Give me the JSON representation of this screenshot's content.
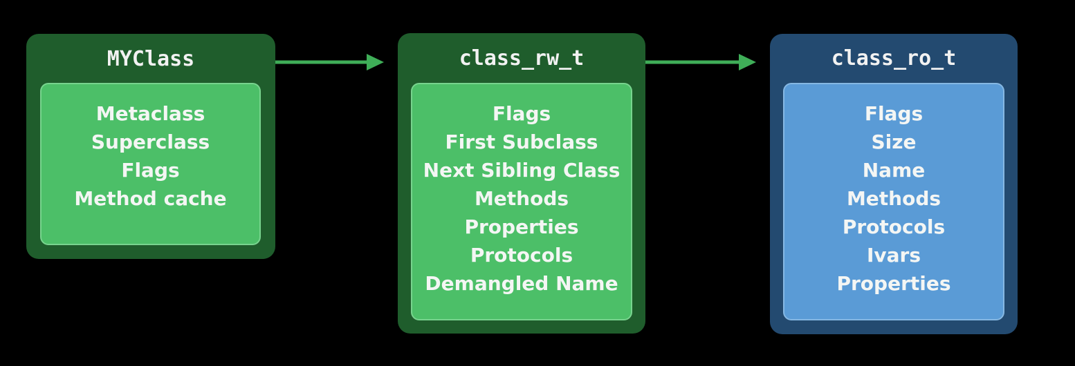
{
  "colors": {
    "background": "#000000",
    "green_box": "#1f5d2c",
    "green_inner": "#4cbf68",
    "blue_box": "#234a70",
    "blue_inner": "#5a9bd6",
    "arrow": "#3fae58"
  },
  "nodes": [
    {
      "title": "MYClass",
      "fields": [
        "Metaclass",
        "Superclass",
        "Flags",
        "Method cache"
      ]
    },
    {
      "title": "class_rw_t",
      "fields": [
        "Flags",
        "First Subclass",
        "Next Sibling Class",
        "Methods",
        "Properties",
        "Protocols",
        "Demangled Name"
      ]
    },
    {
      "title": "class_ro_t",
      "fields": [
        "Flags",
        "Size",
        "Name",
        "Methods",
        "Protocols",
        "Ivars",
        "Properties"
      ]
    }
  ]
}
